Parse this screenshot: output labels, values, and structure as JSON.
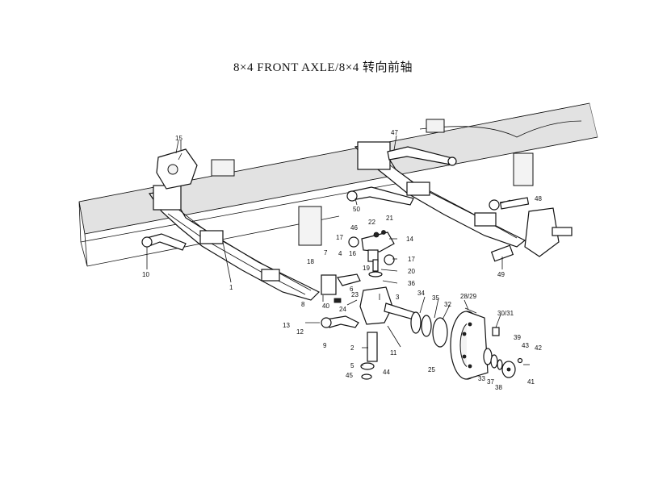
{
  "title": "8×4 FRONT AXLE/8×4 转向前轴",
  "part_numbers": {
    "p1": "1",
    "p2": "2",
    "p3": "3",
    "p4": "4",
    "p5": "5",
    "p6": "6",
    "p7": "7",
    "p8": "8",
    "p9": "9",
    "p10": "10",
    "p11": "11",
    "p12": "12",
    "p13": "13",
    "p14": "14",
    "p15": "15",
    "p16": "16",
    "p17a": "17",
    "p17b": "17",
    "p18": "18",
    "p19": "19",
    "p20": "20",
    "p21": "21",
    "p22": "22",
    "p23": "23",
    "p24": "24",
    "p25": "25",
    "p28_29": "28/29",
    "p30_31": "30/31",
    "p32": "32",
    "p33": "33",
    "p34": "34",
    "p35": "35",
    "p36": "36",
    "p37": "37",
    "p38": "38",
    "p39": "39",
    "p40": "40",
    "p41": "41",
    "p42": "42",
    "p43": "43",
    "p44": "44",
    "p45": "45",
    "p46": "46",
    "p47": "47",
    "p48": "48",
    "p49": "49",
    "p50": "50"
  }
}
